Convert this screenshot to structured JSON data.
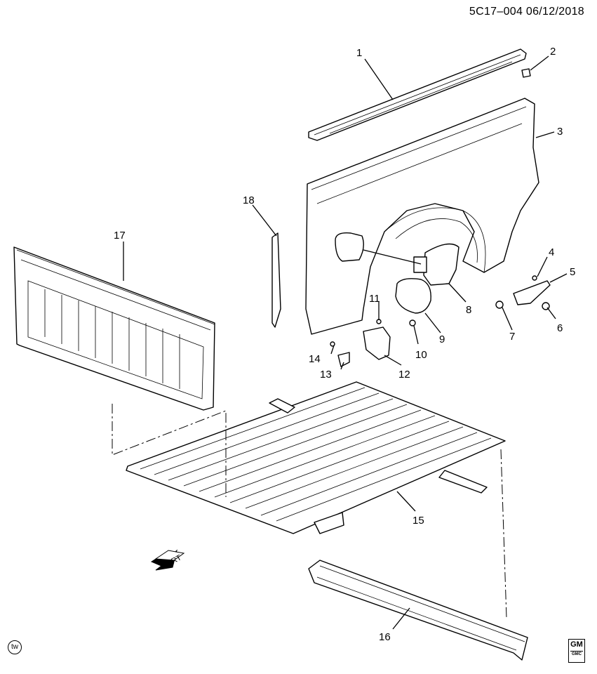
{
  "header": {
    "code": "5C17–004 06/12/2018"
  },
  "callouts": [
    "1",
    "2",
    "3",
    "4",
    "5",
    "6",
    "7",
    "8",
    "9",
    "10",
    "11",
    "12",
    "13",
    "14",
    "15",
    "16",
    "17",
    "18"
  ],
  "arrow_label": "FRT",
  "watermark": "tw",
  "logo": {
    "brand": "GM",
    "sub": "GMC"
  }
}
